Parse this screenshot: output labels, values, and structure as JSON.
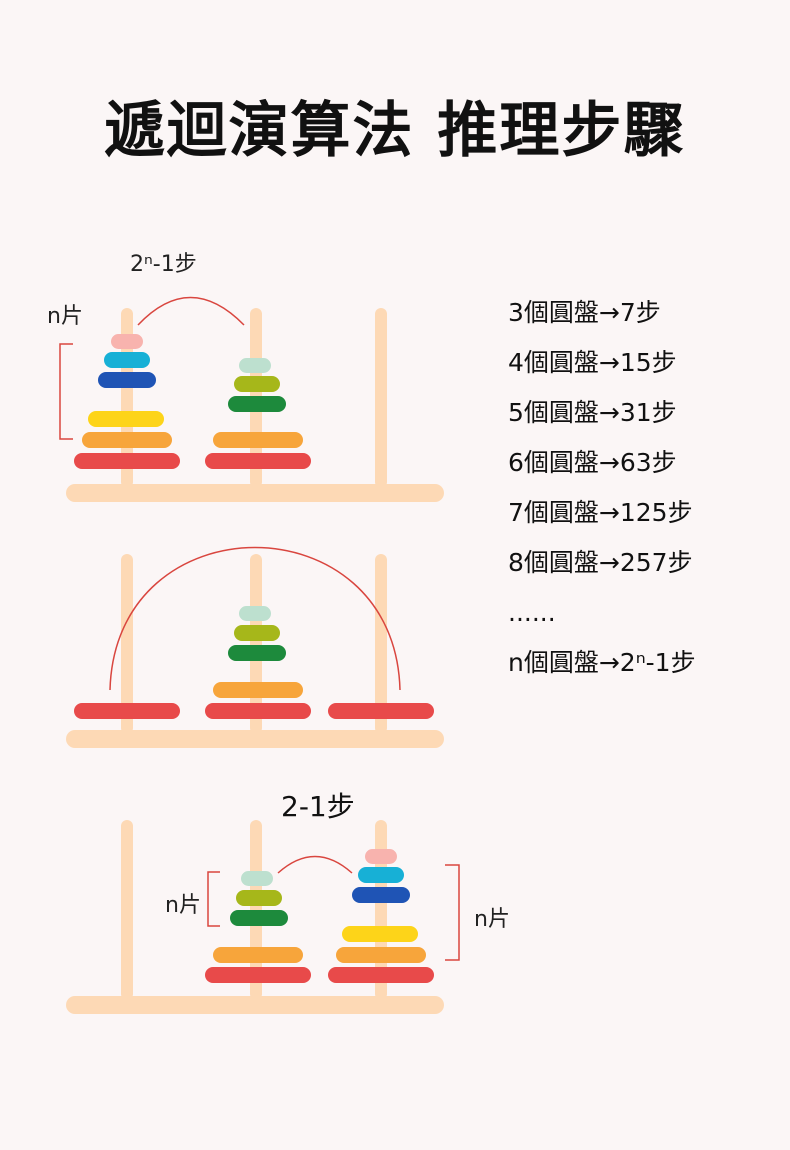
{
  "title": "遞迴演算法  推理步驟",
  "diagram1": {
    "arc_label": "2ⁿ-1步",
    "stack_label": "n片"
  },
  "diagram3": {
    "arc_label": "2-1步",
    "stack_label_left": "n片",
    "stack_label_right": "n片"
  },
  "steps": [
    "3個圓盤→7步",
    "4個圓盤→15步",
    "5個圓盤→31步",
    "6個圓盤→63步",
    "7個圓盤→125步",
    "8個圓盤→257步",
    "......",
    "n個圓盤→2ⁿ-1步"
  ],
  "colors": {
    "peg": "#fdd9b5",
    "arc": "#d9463f",
    "disk_red": "#e84a4a",
    "disk_orange": "#f7a53b",
    "disk_yellow": "#fdd419",
    "disk_navy": "#1f54b5",
    "disk_cyan": "#17b0d6",
    "disk_pink": "#f8b3ae",
    "disk_green": "#1d8a3c",
    "disk_olive": "#a6b71a",
    "disk_mint": "#bde0cf"
  }
}
